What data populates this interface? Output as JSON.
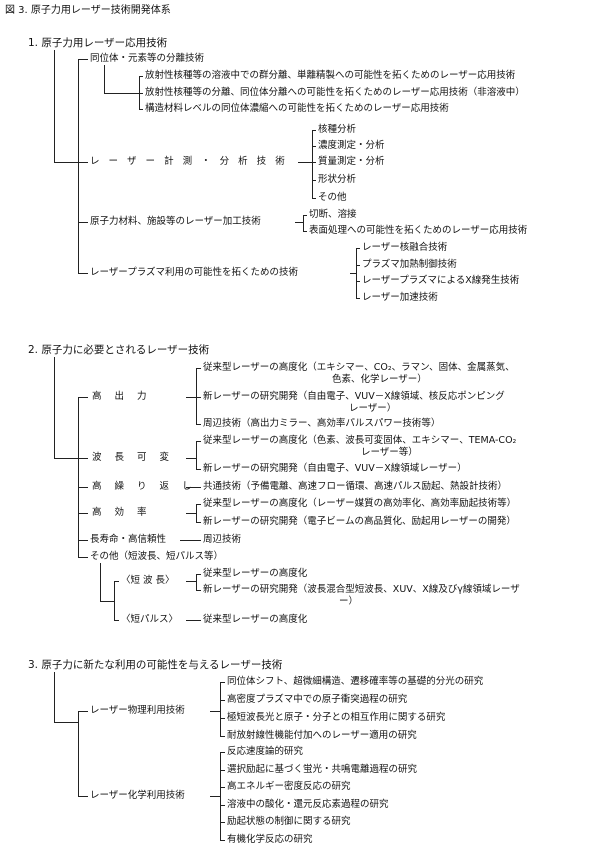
{
  "figure_title": "図 3. 原子力用レーザー技術開発体系",
  "s1": {
    "title": "1. 原子力用レーザー応用技術",
    "isotope": {
      "label": "同位体・元素等の分離技術",
      "i1": "放射性核種等の溶液中での群分離、単離精製への可能性を拓くためのレーザー応用技術",
      "i2": "放射性核種等の分離、同位体分離への可能性を拓くためのレーザー応用技術（非溶液中）",
      "i3": "構造材料レベルの同位体濃縮への可能性を拓くためのレーザー応用技術"
    },
    "measure": {
      "label": "レ ー ザ ー 計 測 ・ 分 析 技 術",
      "i1": "核種分析",
      "i2": "濃度測定・分析",
      "i3": "質量測定・分析",
      "i4": "形状分析",
      "i5": "その他"
    },
    "process": {
      "label": "原子力材料、施設等のレーザー加工技術",
      "i1": "切断、溶接",
      "i2": "表面処理への可能性を拓くためのレーザー応用技術"
    },
    "plasma": {
      "label": "レーザープラズマ利用の可能性を拓くための技術",
      "i1": "レーザー核融合技術",
      "i2": "プラズマ加熱制御技術",
      "i3": "レーザープラズマによるX線発生技術",
      "i4": "レーザー加速技術"
    }
  },
  "s2": {
    "title": "2. 原子力に必要とされるレーザー技術",
    "high_power": {
      "label": "高 出 力",
      "i1a": "従来型レーザーの高度化（エキシマー、CO₂、ラマン、固体、金属蒸気、",
      "i1b": "色素、化学レーザー）",
      "i2a": "新レーザーの研究開発（自由電子、VUV－X線領域、核反応ポンピング",
      "i2b": "レーザー）",
      "i3": "周辺技術（高出力ミラー、高効率パルスパワー技術等）"
    },
    "wavelength": {
      "label": "波 長 可 変",
      "i1a": "従来型レーザーの高度化（色素、波長可変固体、エキシマー、TEMA-CO₂",
      "i1b": "レーザー等）",
      "i2": "新レーザーの研究開発（自由電子、VUV－X線領域レーザー）"
    },
    "repetition": {
      "label": "高 繰 り 返 し",
      "i1": "共通技術（予備電離、高速フロー循環、高速パルス励起、熱設計技術）"
    },
    "efficiency": {
      "label": "高 効 率",
      "i1": "従来型レーザーの高度化（レーザー媒質の高効率化、高効率励起技術等）",
      "i2": "新レーザーの研究開発（電子ビームの高品質化、励起用レーザーの開発）"
    },
    "longlife": {
      "label": "長寿命・高信頼性",
      "i1": "周辺技術"
    },
    "other": {
      "label": "その他（短波長、短パルス等）",
      "short_wave": {
        "label": "〈短 波 長〉",
        "i1": "従来型レーザーの高度化",
        "i2a": "新レーザーの研究開発（波長混合型短波長、XUV、X線及びγ線領域レーザ",
        "i2b": "ー）"
      },
      "short_pulse": {
        "label": "〈短パルス〉",
        "i1": "従来型レーザーの高度化"
      }
    }
  },
  "s3": {
    "title": "3. 原子力に新たな利用の可能性を与えるレーザー技術",
    "physics": {
      "label": "レーザー物理利用技術",
      "i1": "同位体シフト、超微細構造、遷移確率等の基礎的分光の研究",
      "i2": "高密度プラズマ中での原子衝突過程の研究",
      "i3": "極短波長光と原子・分子との相互作用に関する研究",
      "i4": "耐放射線性機能付加へのレーザー適用の研究"
    },
    "chemistry": {
      "label": "レーザー化学利用技術",
      "i1": "反応速度論的研究",
      "i2": "選択励起に基づく蛍光・共鳴電離過程の研究",
      "i3": "高エネルギー密度反応の研究",
      "i4": "溶液中の酸化・還元反応素過程の研究",
      "i5": "励起状態の制御に関する研究",
      "i6": "有機化学反応の研究"
    }
  }
}
